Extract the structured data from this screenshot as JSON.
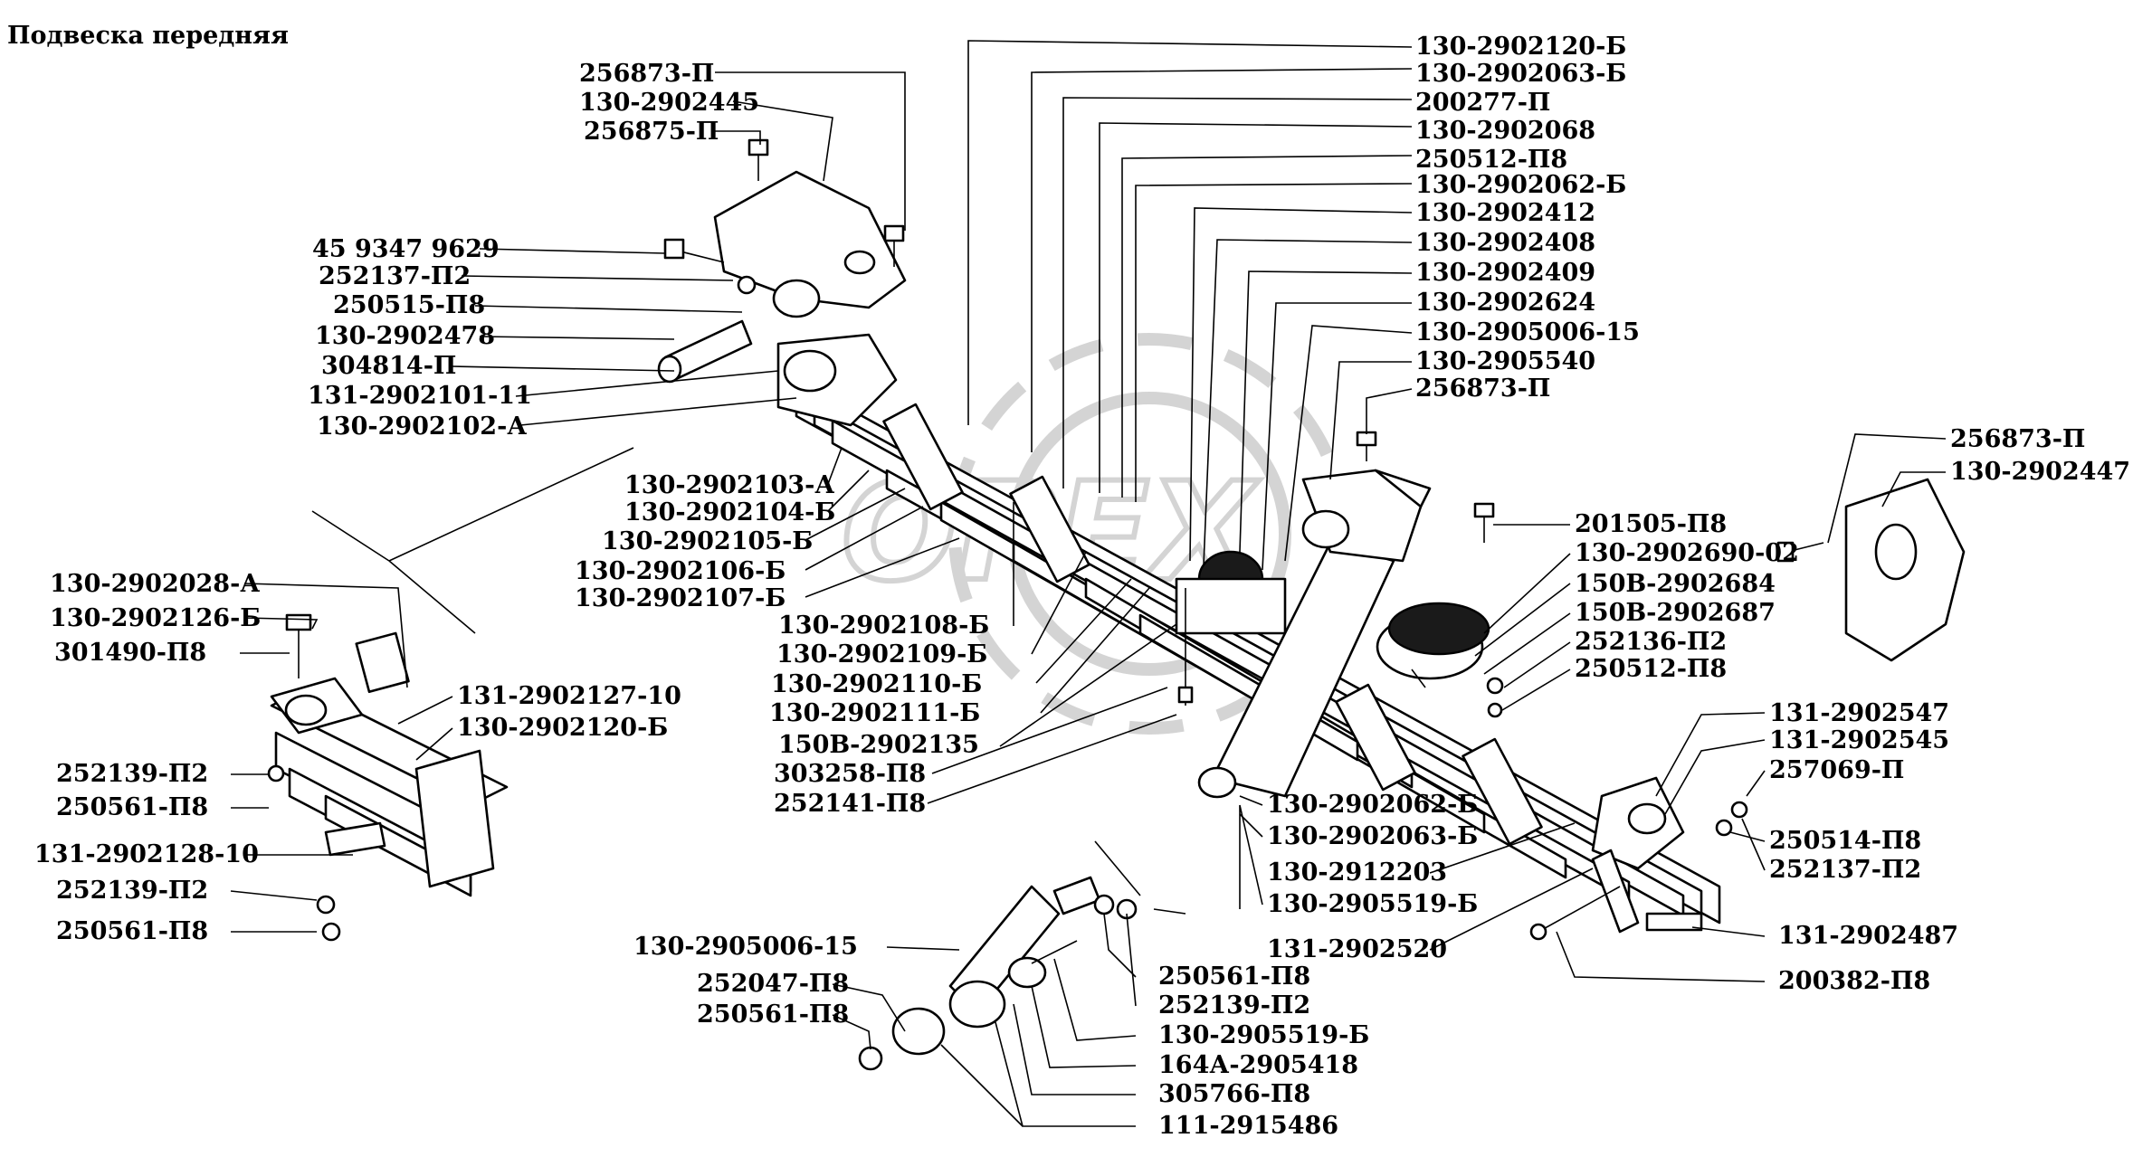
{
  "title": "Подвеска передняя",
  "watermark": "ОРЕХ",
  "labels": [
    "130-2902120-Б",
    "130-2902063-Б",
    "200277-П",
    "130-2902068",
    "250512-П8",
    "130-2902062-Б",
    "130-2902412",
    "130-2902408",
    "130-2902409",
    "130-2902624",
    "130-2905006-15",
    "130-2905540",
    "256873-П",
    "256873-П",
    "130-2902445",
    "256875-П",
    "45 9347 9629",
    "252137-П2",
    "250515-П8",
    "130-2902478",
    "304814-П",
    "131-2902101-11",
    "130-2902102-А",
    "130-2902103-А",
    "130-2902104-Б",
    "130-2902105-Б",
    "130-2902106-Б",
    "130-2902107-Б",
    "130-2902108-Б",
    "130-2902109-Б",
    "130-2902110-Б",
    "130-2902111-Б",
    "150В-2902135",
    "303258-П8",
    "252141-П8",
    "256873-П",
    "130-2902447",
    "201505-П8",
    "130-2902690-02",
    "150В-2902684",
    "150В-2902687",
    "252136-П2",
    "250512-П8",
    "131-2902547",
    "131-2902545",
    "257069-П",
    "250514-П8",
    "252137-П2",
    "130-2902028-А",
    "130-2902126-Б",
    "301490-П8",
    "131-2902127-10",
    "130-2902120-Б",
    "252139-П2",
    "250561-П8",
    "131-2902128-10",
    "252139-П2",
    "250561-П8",
    "130-2902062-Б",
    "130-2902063-Б",
    "130-2912203",
    "130-2905519-Б",
    "131-2902520",
    "131-2902487",
    "200382-П8",
    "130-2905006-15",
    "252047-П8",
    "250561-П8",
    "250561-П8",
    "252139-П2",
    "130-2905519-Б",
    "164А-2905418",
    "305766-П8",
    "111-2915486"
  ]
}
